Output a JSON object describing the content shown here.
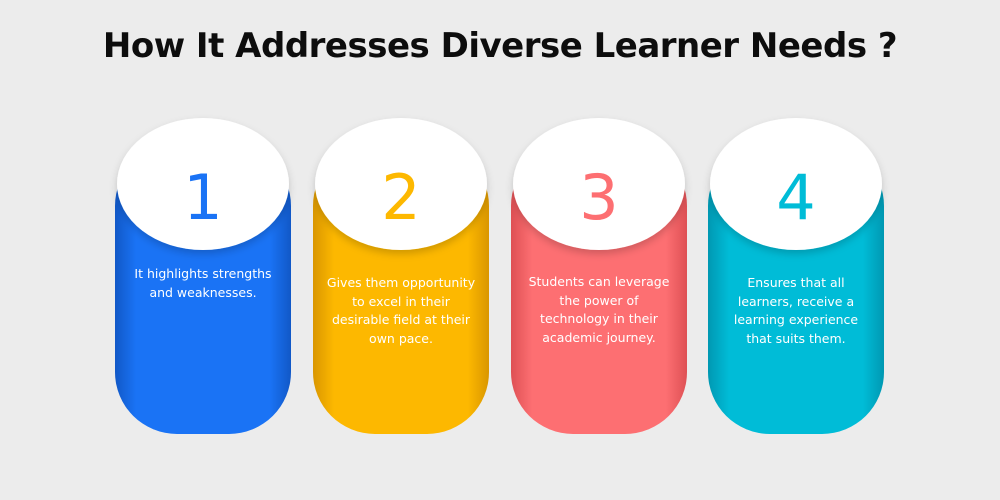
{
  "title": "How It Addresses Diverse Learner Needs ?",
  "steps": [
    {
      "number": "1",
      "text": "It highlights strengths and weaknesses.",
      "color": "#1a73f5",
      "dark": "#1158c7"
    },
    {
      "number": "2",
      "text": "Gives them opportunity to excel in their desirable field at their own pace.",
      "color": "#fdb800",
      "dark": "#d99600"
    },
    {
      "number": "3",
      "text": "Students can leverage the power of technology in their academic journey.",
      "color": "#fd6f72",
      "dark": "#de5054"
    },
    {
      "number": "4",
      "text": "Ensures that all learners, receive a learning experience that suits them.",
      "color": "#00bcd7",
      "dark": "#0098b2"
    }
  ]
}
